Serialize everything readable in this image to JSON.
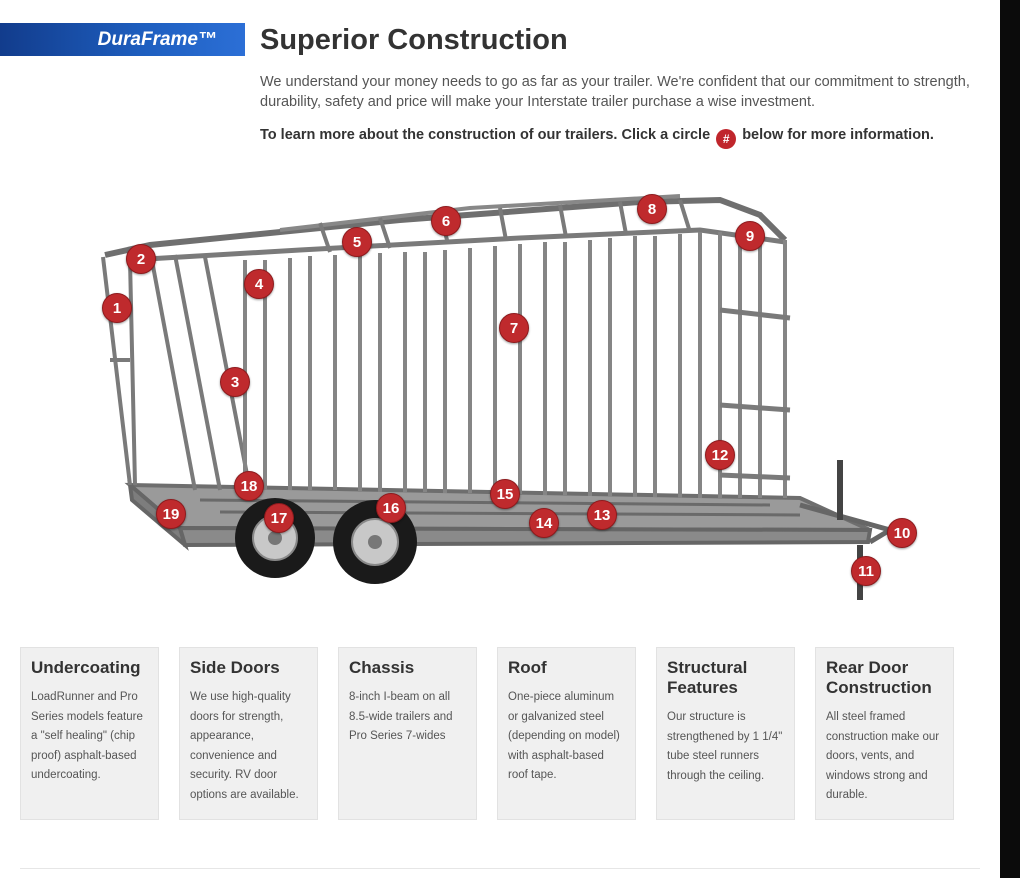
{
  "badge": "DuraFrame™",
  "title": "Superior Construction",
  "intro": "We understand your money needs to go as far as your trailer. We're confident that our commitment to strength, durability, safety and price will make your Interstate trailer purchase a wise investment.",
  "cta": {
    "before": "To learn more about the construction of our trailers. Click a circle",
    "symbol": "#",
    "after": "below for more information."
  },
  "markers": [
    "1",
    "2",
    "3",
    "4",
    "5",
    "6",
    "7",
    "8",
    "9",
    "10",
    "11",
    "12",
    "13",
    "14",
    "15",
    "16",
    "17",
    "18",
    "19"
  ],
  "cards": [
    {
      "title": "Undercoating",
      "text": "LoadRunner and Pro Series models feature a \"self healing\" (chip proof) asphalt-based undercoating."
    },
    {
      "title": "Side Doors",
      "text": "We use high-quality doors for strength, appearance, convenience and security. RV door options are available."
    },
    {
      "title": "Chassis",
      "text": "8-inch I-beam on all 8.5-wide trailers and Pro Series 7-wides"
    },
    {
      "title": "Roof",
      "text": "One-piece aluminum or galvanized steel (depending on model) with asphalt-based roof tape."
    },
    {
      "title": "Structural Features",
      "text": "Our structure is strengthened by 1 1/4\" tube steel runners through the ceiling."
    },
    {
      "title": "Rear Door Construction",
      "text": "All steel framed construction make our doors, vents, and windows strong and durable."
    }
  ],
  "colors": {
    "accent": "#bf2a2d",
    "badge": "#1e5fc0",
    "card_bg": "#f0f0f0"
  }
}
